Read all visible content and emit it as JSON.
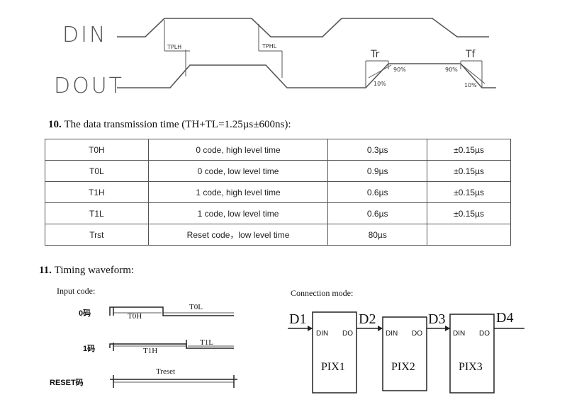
{
  "top_diagram": {
    "din_label": "DIN",
    "dout_label": "DOUT",
    "tplh": "TPLH",
    "tphl": "TPHL",
    "tr": "Tr",
    "tf": "Tf",
    "pct90_left": "90%",
    "pct10_left": "10%",
    "pct90_right": "90%",
    "pct10_right": "10%"
  },
  "section10": {
    "number": "10.",
    "title": "The data transmission time (TH+TL=1.25µs±600ns):"
  },
  "table": {
    "rows": [
      {
        "name": "T0H",
        "desc": "0 code, high level time",
        "value": "0.3µs",
        "tol": "±0.15µs"
      },
      {
        "name": "T0L",
        "desc": "0 code, low level time",
        "value": "0.9µs",
        "tol": "±0.15µs"
      },
      {
        "name": "T1H",
        "desc": "1 code, high level time",
        "value": "0.6µs",
        "tol": "±0.15µs"
      },
      {
        "name": "T1L",
        "desc": "1 code, low level time",
        "value": "0.6µs",
        "tol": "±0.15µs"
      },
      {
        "name": "Trst",
        "desc": "Reset code，low level time",
        "value": "80µs",
        "tol": ""
      }
    ]
  },
  "section11": {
    "number": "11.",
    "title": "Timing waveform:"
  },
  "waveform": {
    "input_code": "Input code:",
    "code0": "0码",
    "code1": "1码",
    "reset": "RESET码",
    "t0h": "T0H",
    "t0l": "T0L",
    "t1h": "T1H",
    "t1l": "T1L",
    "treset": "Treset"
  },
  "connection": {
    "title": "Connection mode:",
    "d_labels": [
      "D1",
      "D2",
      "D3",
      "D4"
    ],
    "din": "DIN",
    "do": "DO",
    "pix": [
      "PIX1",
      "PIX2",
      "PIX3"
    ]
  }
}
